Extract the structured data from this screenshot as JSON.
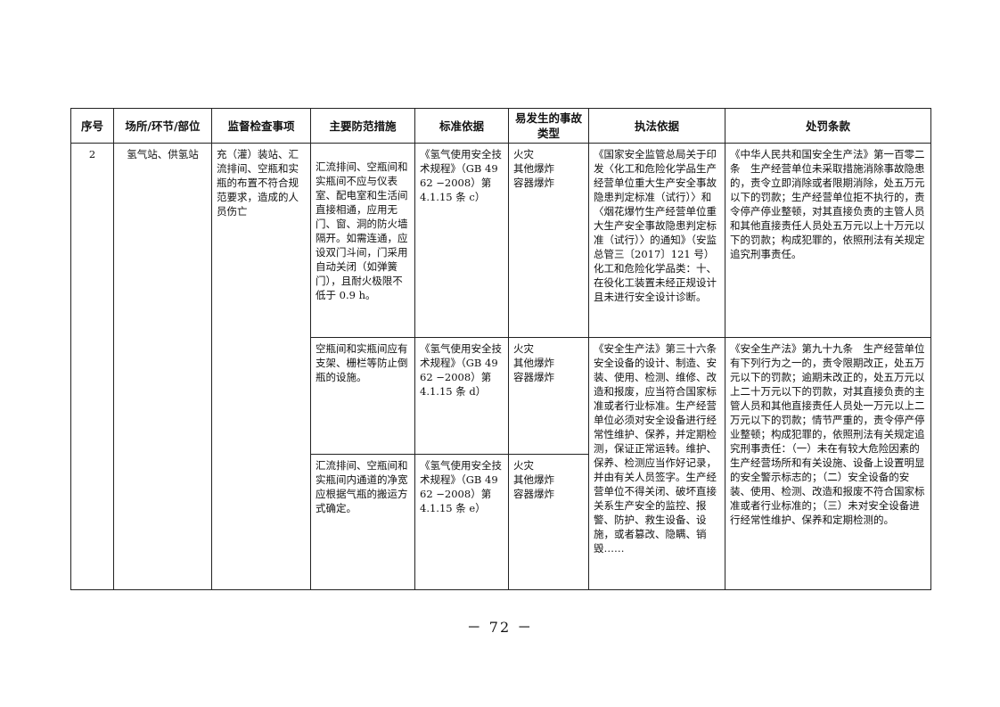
{
  "headers": {
    "no": "序号",
    "site": "场所/环节/部位",
    "item": "监督检查事项",
    "measures": "主要防范措施",
    "standard": "标准依据",
    "accident": "易发生的事故类型",
    "law": "执法依据",
    "penalty": "处罚条款"
  },
  "row": {
    "no": "2",
    "site": "氢气站、供氢站",
    "item": "充（灌）装站、汇流排间、空瓶和实瓶的布置不符合规范要求，造成的人员伤亡"
  },
  "sub1": {
    "measures": "汇流排间、空瓶间和实瓶间不应与仪表室、配电室和生活间直接相通，应用无门、窗、洞的防火墙隔开。如需连通，应设双门斗间，门采用自动关闭（如弹簧门），且耐火极限不低于 0.9 h。",
    "standard": "《氢气使用安全技术规程》（GB 4962 −2008）第 4.1.15 条 c）",
    "accident": "火灾\n其他爆炸\n容器爆炸",
    "law": "《国家安全监管总局关于印发〈化工和危险化学品生产经营单位重大生产安全事故隐患判定标准（试行）〉和〈烟花爆竹生产经营单位重大生产安全事故隐患判定标准（试行）〉的通知》（安监总管三〔2017〕121 号）\n化工和危险化学品类：十、在役化工装置未经正规设计且未进行安全设计诊断。",
    "penalty": "《中华人民共和国安全生产法》第一百零二条　生产经营单位未采取措施消除事故隐患的，责令立即消除或者限期消除，处五万元以下的罚款；生产经营单位拒不执行的，责令停产停业整顿，对其直接负责的主管人员和其他直接责任人员处五万元以上十万元以下的罚款；构成犯罪的，依照刑法有关规定追究刑事责任。"
  },
  "sub2": {
    "measures": "空瓶间和实瓶间应有支架、栅栏等防止倒瓶的设施。",
    "standard": "《氢气使用安全技术规程》（GB 4962 −2008）第 4.1.15 条 d）",
    "accident": "火灾\n其他爆炸\n容器爆炸",
    "law": "《安全生产法》第三十六条　安全设备的设计、制造、安装、使用、检测、维修、改造和报废，应当符合国家标准或者行业标准。生产经营单位必须对安全设备进行经常性维护、保养，并定期检测，保证正常运转。维护、保养、检测应当作好记录，并由有关人员签字。生产经营单位不得关闭、破坏直接关系生产安全的监控、报警、防护、救生设备、设施，或者篡改、隐瞒、销毁……",
    "penalty": "《安全生产法》第九十九条　生产经营单位有下列行为之一的，责令限期改正，处五万元以下的罚款；逾期未改正的，处五万元以上二十万元以下的罚款，对其直接负责的主管人员和其他直接责任人员处一万元以上二万元以下的罚款；情节严重的，责令停产停业整顿；构成犯罪的，依照刑法有关规定追究刑事责任：（一）未在有较大危险因素的生产经营场所和有关设施、设备上设置明显的安全警示标志的；（二）安全设备的安装、使用、检测、改造和报废不符合国家标准或者行业标准的；（三）未对安全设备进行经常性维护、保养和定期检测的。"
  },
  "sub3": {
    "measures": "汇流排间、空瓶间和实瓶间内通道的净宽应根据气瓶的搬运方式确定。",
    "standard": "《氢气使用安全技术规程》（GB 4962 −2008）第 4.1.15 条 e）",
    "accident": "火灾\n其他爆炸\n容器爆炸"
  },
  "page_number": "－ 72 －"
}
